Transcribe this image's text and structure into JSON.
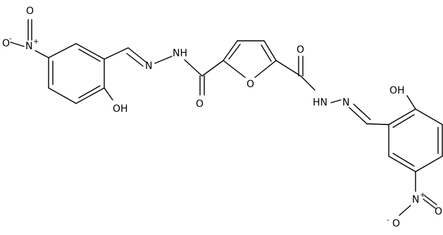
{
  "molecule": {
    "atom_labels": {
      "nitro_left_o": "O",
      "nitro_left_o_charge": "-",
      "nitro_left_n": "N",
      "nitro_left_n_charge": "+",
      "nitro_left_o2": "O",
      "oh_left": "OH",
      "nh_left": "NH",
      "n_left": "N",
      "carbonyl_o_left": "O",
      "furan_o": "O",
      "carbonyl_o_right": "O",
      "hn_right": "HN",
      "n_right": "N",
      "oh_right": "OH",
      "nitro_right_n": "N",
      "nitro_right_n_charge": "+",
      "nitro_right_o_top": "O",
      "nitro_right_o": "O",
      "nitro_right_o_charge": "-"
    }
  }
}
